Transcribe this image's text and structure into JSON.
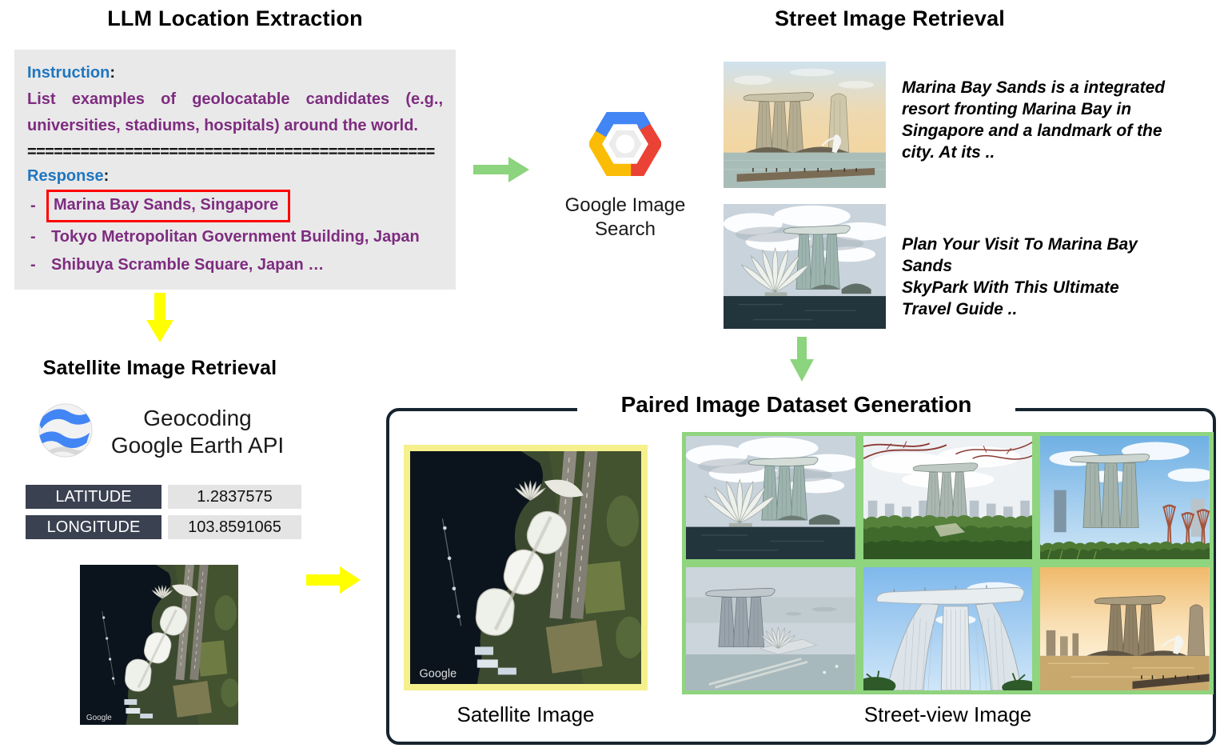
{
  "colors": {
    "accent_green": "#8CD47E",
    "accent_yellow": "#FFFF00",
    "highlight_red": "#FF0000",
    "panel_navy": "#16242F",
    "label_navy": "#3A4150",
    "instruction_blue": "#1F76C0",
    "body_purple": "#7E2C80",
    "prompt_box_gray": "#E9E9E9",
    "satellite_border_yellow": "#F5F08C",
    "street_border_green": "#8FD47E"
  },
  "llm_section": {
    "title": "LLM Location Extraction",
    "instruction_label": "Instruction",
    "response_label": "Response",
    "colon": ":",
    "bullet": "-",
    "instruction_text": "List examples of geolocatable candidates (e.g., universities, stadiums, hospitals) around the world.",
    "separator": "==============================================",
    "response_items": [
      {
        "text": "Marina Bay Sands, Singapore",
        "highlighted": true
      },
      {
        "text": "Tokyo Metropolitan Government Building, Japan",
        "highlighted": false
      },
      {
        "text": "Shibuya Scramble Square, Japan …",
        "highlighted": false
      }
    ]
  },
  "street_section": {
    "title": "Street Image Retrieval",
    "search_engine_label": "Google Image Search",
    "results": [
      {
        "image_desc": "Marina Bay Sands with Merlion fountain at dusk",
        "caption": "Marina Bay Sands is a integrated resort fronting Marina Bay in Singapore and a landmark of the city. At its .."
      },
      {
        "image_desc": "ArtScience Museum and Marina Bay Sands under cloudy sky",
        "caption_lines": [
          "Plan Your Visit To Marina Bay Sands",
          "SkyPark With This Ultimate Travel Guide .."
        ]
      }
    ]
  },
  "satellite_section": {
    "title": "Satellite Image Retrieval",
    "api_lines": [
      "Geocoding",
      "Google Earth API"
    ],
    "coordinates": [
      {
        "label": "LATITUDE",
        "value": "1.2837575"
      },
      {
        "label": "LONGITUDE",
        "value": "103.8591065"
      }
    ],
    "image_desc": "Aerial satellite view of Marina Bay Sands"
  },
  "paired_section": {
    "title": "Paired Image Dataset Generation",
    "satellite_label": "Satellite Image",
    "street_label": "Street-view Image",
    "satellite_watermark": "Google",
    "satellite_image_desc": "Satellite view of Marina Bay Sands with yellow border",
    "street_images": [
      {
        "desc": "ArtScience Museum with Marina Bay Sands, dramatic clouds"
      },
      {
        "desc": "Marina Bay Sands from Gardens by the Bay with branches overhead"
      },
      {
        "desc": "Marina Bay Sands with Supertree Grove, blue sky"
      },
      {
        "desc": "Aerial view of Marina Bay Sands and ArtScience Museum"
      },
      {
        "desc": "Marina Bay Sands close-up from below"
      },
      {
        "desc": "Marina Bay Sands and Merlion at sunset"
      }
    ]
  }
}
